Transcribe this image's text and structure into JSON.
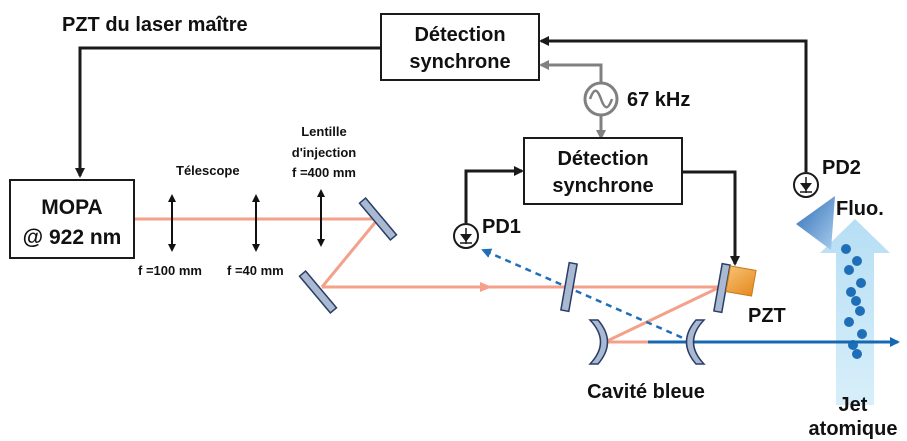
{
  "colors": {
    "beam": "#f4a08a",
    "blue_beam": "#1668b0",
    "dashed_beam": "#1f6fb8",
    "optic_fill": "#a9b9d2",
    "optic_stroke": "#2a3d66",
    "pzt_fill": "#f0a040",
    "feedback_line": "#1a1a1a",
    "modulation_line": "#808080",
    "jet_arrow": "#bfe3f7",
    "atoms": "#1f6fb8",
    "fluo": "#3a82c8"
  },
  "labels": {
    "pzt_master": "PZT du laser maître",
    "sync_det_1_line1": "Détection",
    "sync_det_1_line2": "synchrone",
    "sync_det_2_line1": "Détection",
    "sync_det_2_line2": "synchrone",
    "modulation_freq": "67 kHz",
    "mopa_line1": "MOPA",
    "mopa_line2": "@ 922 nm",
    "telescope": "Télescope",
    "lens_injection_line1": "Lentille",
    "lens_injection_line2": "d'injection",
    "lens_injection_line3": "f =400 mm",
    "lens_f100": "f =100 mm",
    "lens_f40": "f =40 mm",
    "pd1": "PD1",
    "pd2": "PD2",
    "fluo": "Fluo.",
    "pzt": "PZT",
    "cavity": "Cavité bleue",
    "jet_line1": "Jet",
    "jet_line2": "atomique"
  },
  "icons": {
    "oscillator": "sine-oscillator-icon",
    "photodiode": "photodiode-icon"
  }
}
